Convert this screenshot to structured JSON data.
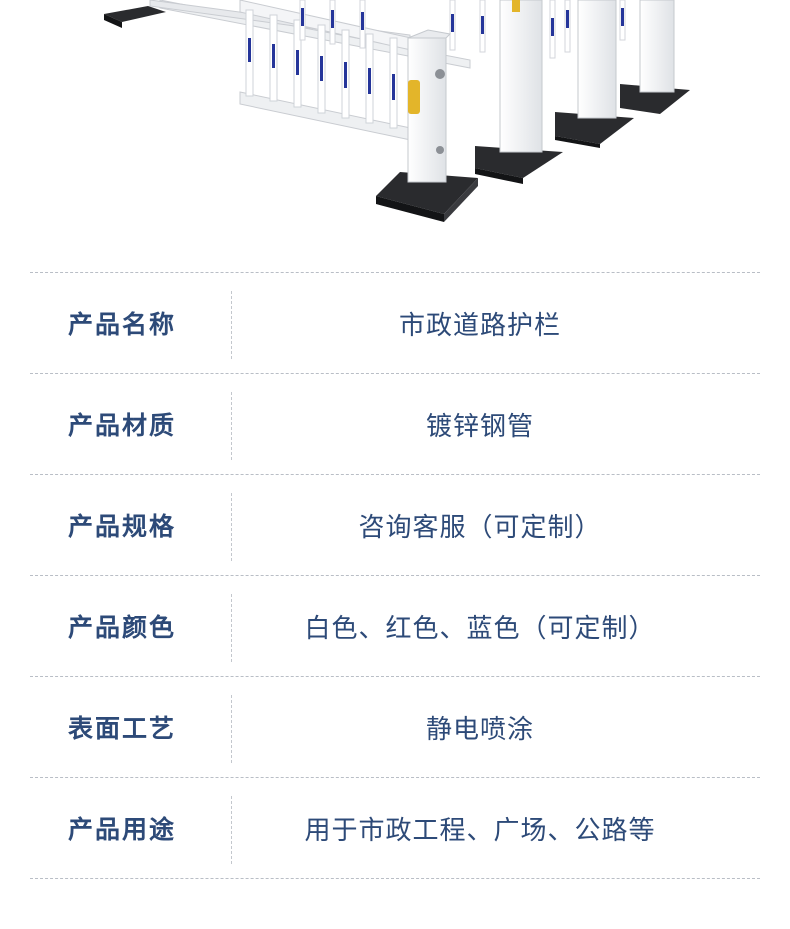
{
  "product_image": {
    "icon": "fence-railing-illustration",
    "colors": {
      "post": "#f3f4f6",
      "bar_blue": "#25359a",
      "reflector": "#e3b52a",
      "base": "#1f2023"
    }
  },
  "specs": [
    {
      "label": "产品名称",
      "value": "市政道路护栏"
    },
    {
      "label": "产品材质",
      "value": "镀锌钢管"
    },
    {
      "label": "产品规格",
      "value": "咨询客服（可定制）"
    },
    {
      "label": "产品颜色",
      "value": "白色、红色、蓝色（可定制）"
    },
    {
      "label": "表面工艺",
      "value": "静电喷涂"
    },
    {
      "label": "产品用途",
      "value": "用于市政工程、广场、公路等"
    }
  ]
}
